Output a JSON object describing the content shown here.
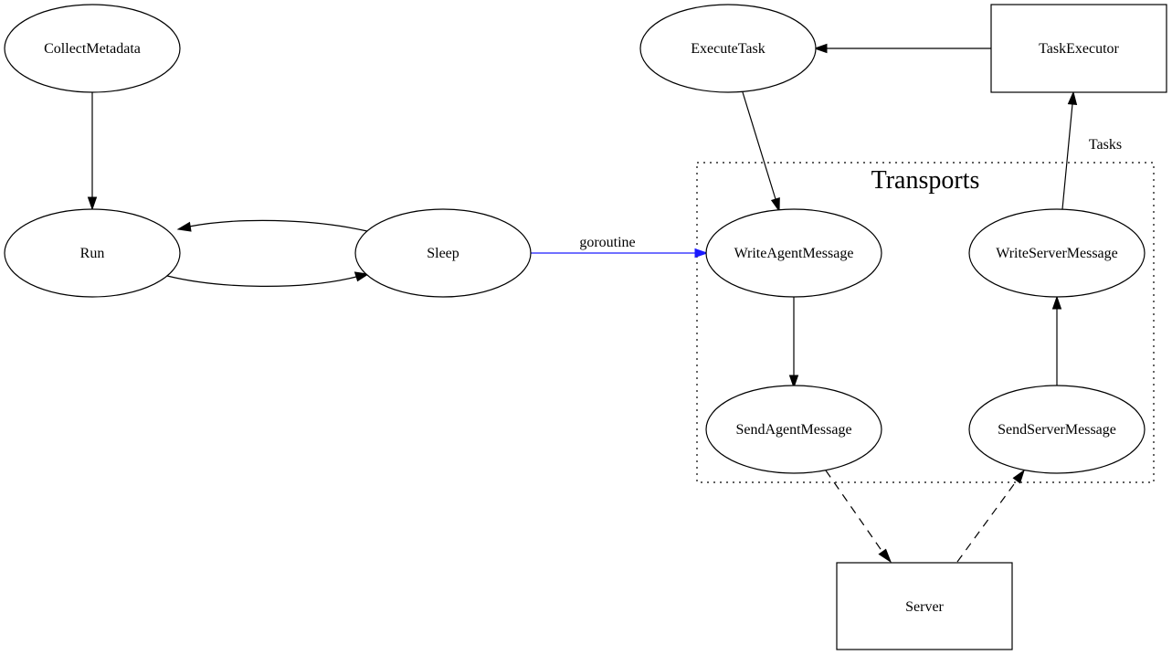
{
  "diagram": {
    "cluster": {
      "label": "Transports"
    },
    "nodes": {
      "collect_metadata": "CollectMetadata",
      "run": "Run",
      "sleep": "Sleep",
      "execute_task": "ExecuteTask",
      "task_executor": "TaskExecutor",
      "write_agent_message": "WriteAgentMessage",
      "write_server_message": "WriteServerMessage",
      "send_agent_message": "SendAgentMessage",
      "send_server_message": "SendServerMessage",
      "server": "Server"
    },
    "edge_labels": {
      "goroutine": "goroutine",
      "tasks": "Tasks"
    },
    "edges": [
      {
        "from": "CollectMetadata",
        "to": "Run",
        "style": "solid"
      },
      {
        "from": "Run",
        "to": "Sleep",
        "style": "solid"
      },
      {
        "from": "Sleep",
        "to": "Run",
        "style": "solid"
      },
      {
        "from": "Sleep",
        "to": "WriteAgentMessage",
        "style": "solid",
        "label": "goroutine",
        "color": "#1a1aff"
      },
      {
        "from": "TaskExecutor",
        "to": "ExecuteTask",
        "style": "solid"
      },
      {
        "from": "ExecuteTask",
        "to": "WriteAgentMessage",
        "style": "solid"
      },
      {
        "from": "WriteAgentMessage",
        "to": "SendAgentMessage",
        "style": "solid"
      },
      {
        "from": "SendAgentMessage",
        "to": "Server",
        "style": "dashed"
      },
      {
        "from": "Server",
        "to": "SendServerMessage",
        "style": "dashed"
      },
      {
        "from": "SendServerMessage",
        "to": "WriteServerMessage",
        "style": "solid"
      },
      {
        "from": "WriteServerMessage",
        "to": "TaskExecutor",
        "style": "solid",
        "label": "Tasks"
      }
    ]
  }
}
